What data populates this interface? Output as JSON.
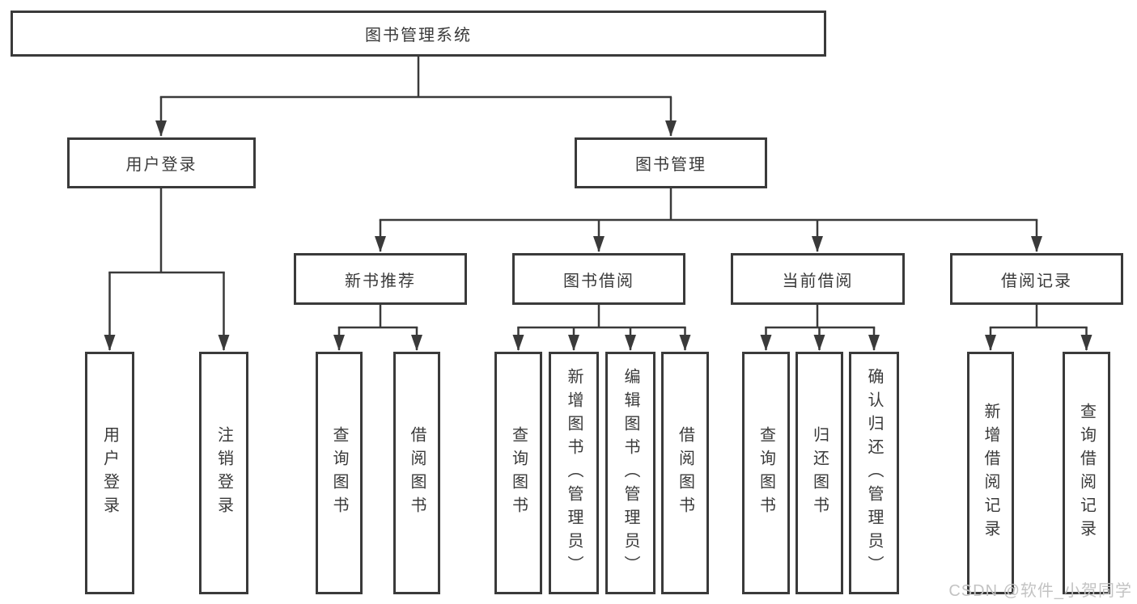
{
  "title": "图书管理系统",
  "level2": {
    "user": "用户登录",
    "book": "图书管理"
  },
  "level3": {
    "new_books": "新书推荐",
    "borrow": "图书借阅",
    "current": "当前借阅",
    "records": "借阅记录"
  },
  "leaves": {
    "user": [
      "用户登录",
      "注销登录"
    ],
    "new_books": [
      "查询图书",
      "借阅图书"
    ],
    "borrow": [
      "查询图书",
      "新增图书（管理员）",
      "编辑图书（管理员）",
      "借阅图书"
    ],
    "current": [
      "查询图书",
      "归还图书",
      "确认归还（管理员）"
    ],
    "records": [
      "新增借阅记录",
      "查询借阅记录"
    ]
  },
  "watermark": "CSDN @软件_小贺同学",
  "colors": {
    "line": "#3a3a3a",
    "border": "#3a3a3a",
    "text": "#3a3a3a",
    "background": "#ffffff",
    "watermark": "#c3c3c3"
  }
}
